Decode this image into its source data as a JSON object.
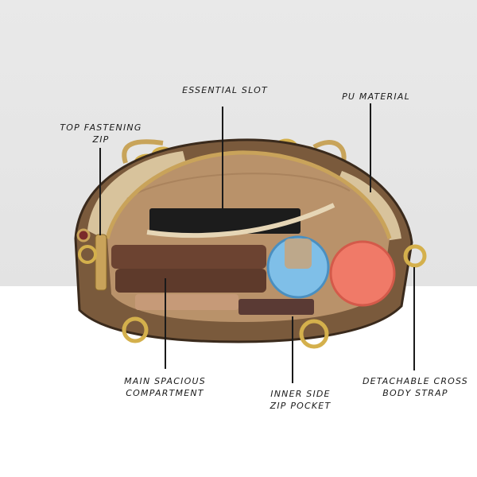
{
  "image": {
    "subject": "handbag-open-interior",
    "background_top": "#e6e6e6",
    "background_bottom": "#ffffff"
  },
  "callouts": {
    "essential_slot": "ESSENTIAL SLOT",
    "pu_material": "PU MATERIAL",
    "top_fastening_zip": {
      "line1": "TOP FASTENING",
      "line2": "ZIP"
    },
    "main_compartment": {
      "line1": "MAIN SPACIOUS",
      "line2": "COMPARTMENT"
    },
    "inner_zip_pocket": {
      "line1": "INNER SIDE",
      "line2": "ZIP POCKET"
    },
    "crossbody_strap": {
      "line1": "DETACHABLE CROSS",
      "line2": "BODY STRAP"
    }
  }
}
